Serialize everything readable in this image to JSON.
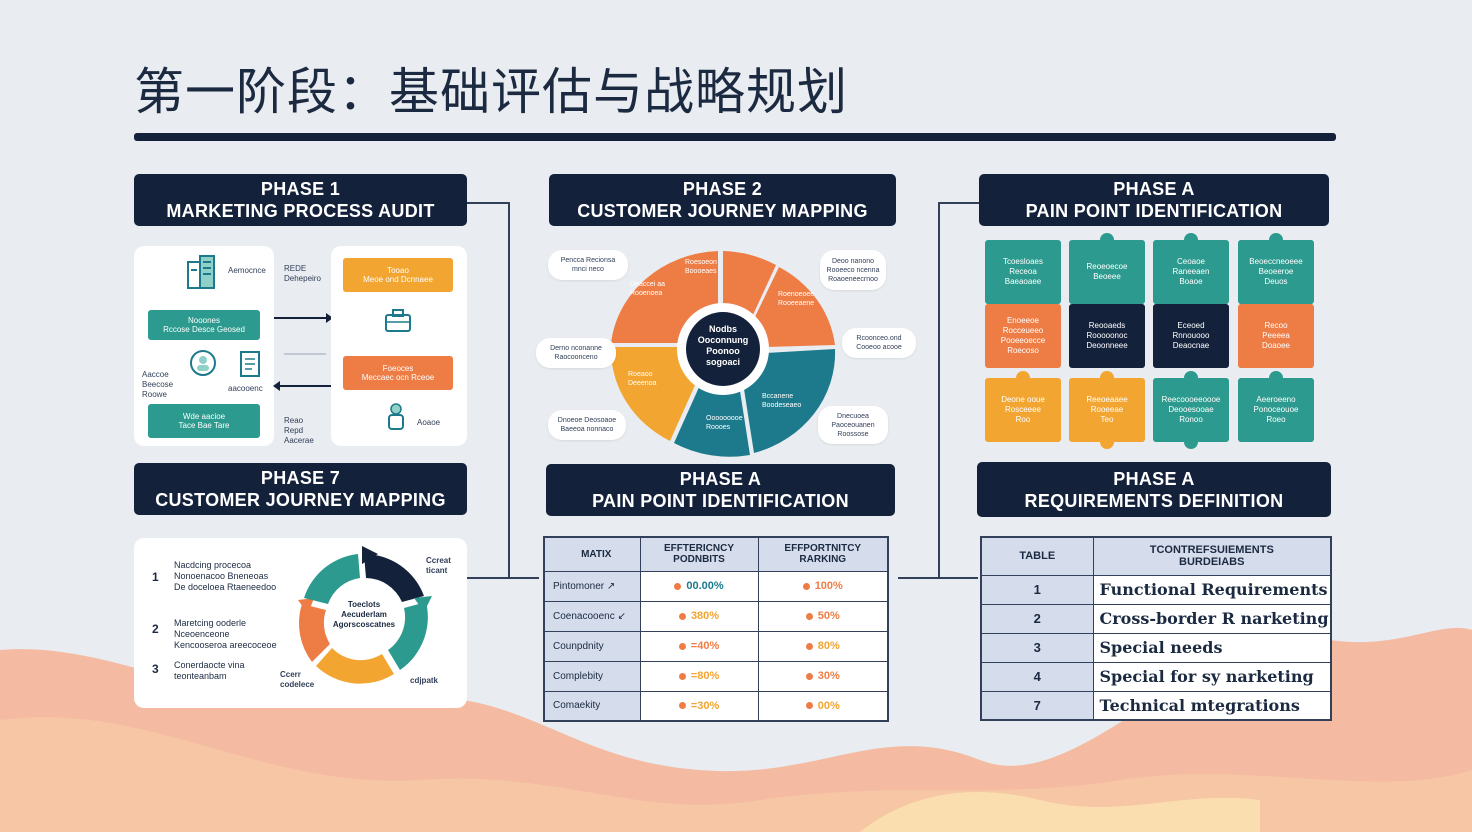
{
  "title": "第一阶段：基础评估与战略规划",
  "colors": {
    "navy": "#13213a",
    "teal": "#2c9a8e",
    "deep_teal": "#1d7a8c",
    "orange": "#ee7d45",
    "yellow": "#f2a531",
    "bg": "#e9ecf0",
    "wave": "#f6b394"
  },
  "panels": {
    "p1": {
      "line1": "PHASE 1",
      "line2": "MARKETING PROCESS AUDIT"
    },
    "p2": {
      "line1": "PHASE 2",
      "line2": "CUSTOMER JOURNEY MAPPING"
    },
    "p3": {
      "line1": "PHASE A",
      "line2": "PAIN POINT IDENTIFICATION"
    },
    "p4": {
      "line1": "PHASE 7",
      "line2": "CUSTOMER JOURNEY MAPPING"
    },
    "p5": {
      "line1": "PHASE A",
      "line2": "PAIN POINT IDENTIFICATION"
    },
    "p6": {
      "line1": "PHASE A",
      "line2": "REQUIREMENTS DEFINITION"
    }
  },
  "audit": {
    "label_right_top": "Aemocnce",
    "label_right_top2": "REDE\nDehepeiro",
    "teal_top_title": "Nooones",
    "teal_top_row": "Rccose   Desce   Geosed",
    "teal_bottom_title": "Wde aacioe",
    "teal_bottom_row": "Tace    Bae    Tare",
    "left_label": "Aaccoe\nBeecose\nRoowe",
    "mid_label": "aacooenc",
    "bot_left_label": "Reao\nRepd\nAacerae",
    "orange_top_title": "Tooao",
    "orange_top_row": "Meoe ond Dcnnaee",
    "orange_bot_title": "Foeoces",
    "orange_bot_row": "Meccaec ocn Rceoe",
    "right_bottom_label": "Aoaoe"
  },
  "journey_wheel": {
    "center": "Nodbs\nOoconnung\nPoonoo\nsogoaci",
    "bubbles": [
      "Pencca Recionsa\nmnci neco",
      "Deoo nanono\nRooeeco ncenna\nRoaoeneecrnoo",
      "Derno nconanne\nRaocoonceno",
      "Rcoonceo.ond\nCooeoo acooe",
      "Dnoeoe Deosoaoe\nBaeeoa nonnaco",
      "Dnecuoea\nPaoceouanen\nRoossose"
    ],
    "segments": [
      "Deaccei aa\nRooenoea",
      "Roesoeon\nBoooeaes",
      "Roenoeoee\nRooeeaene",
      "Bccanene\nBoodeseaeo",
      "Ooooooooe\nRoooes",
      "Roeaoo\nDeeenoa"
    ]
  },
  "puzzle": {
    "row1": [
      "Tcoesloaes\nReceoa\nBaeaoaee",
      "Reoeoecoe\nBeoeee",
      "Ceoaoe\nRaneeaen\nBoaoe",
      "Beoeccneoeee\nBeoeeroe\nDeuos"
    ],
    "row2": [
      "Enoeeoe\nRocceueeo\nPooeeoecce\nRoecoso",
      "Reooaeds\nRooooonoc\nDeoonneee",
      "Eceoed\nRnnouooo\nDeaocnae",
      "Recoo\nPeeeea\nDoaoee"
    ],
    "row3": [
      "Deone ooue\nRosceeee\nRoo",
      "Reeoeaaee\nRooeeae\nTeo",
      "Reecoooeeoooe\nDeooesooae\nRonoo",
      "Aeeroeeno\nPonoceouoe\nRoeo"
    ]
  },
  "cycle": {
    "items": [
      {
        "num": "1",
        "text": "Nacdcing procecoa\nNonoenacoo Bneneoas\nDe doceloea Rtaeneedoo"
      },
      {
        "num": "2",
        "text": "Maretcing ooderle\nNceoenceone\nKencooseroa areecoceoe"
      },
      {
        "num": "3",
        "text": "Conerdaocte vina\nteonteanbam"
      }
    ],
    "center": "Toeclots\nAecuderlam\nAgorscoscatnes",
    "top_right": "Ccreat\nticant",
    "bottom_left": "Ccerr\ncodelece",
    "bottom_right": "cdjpatk"
  },
  "matrix": {
    "headers": [
      "MATIX",
      "EFFTERICNCY\nPODNBITS",
      "EFFPORTNITCY\nRARKING"
    ],
    "rows": [
      {
        "label": "Pintomoner ↗",
        "a": "00.00%",
        "b": "100%"
      },
      {
        "label": "Coenacooenc ↙",
        "a": "380%",
        "b": "50%"
      },
      {
        "label": "Counpdnity",
        "a": "=40%",
        "b": "80%"
      },
      {
        "label": "Complebity",
        "a": "=80%",
        "b": "30%"
      },
      {
        "label": "Comaekity",
        "a": "=30%",
        "b": "00%"
      }
    ]
  },
  "requirements": {
    "headers": [
      "TABLE",
      "TCONTREFSUIEMENTS\nBURDEIABS"
    ],
    "rows": [
      {
        "num": "1",
        "text": "Functional Requirements"
      },
      {
        "num": "2",
        "text": "Cross-border R narketing"
      },
      {
        "num": "3",
        "text": "Special needs"
      },
      {
        "num": "4",
        "text": "Special for sy narketing"
      },
      {
        "num": "7",
        "text": "Technical mtegrations"
      }
    ]
  }
}
